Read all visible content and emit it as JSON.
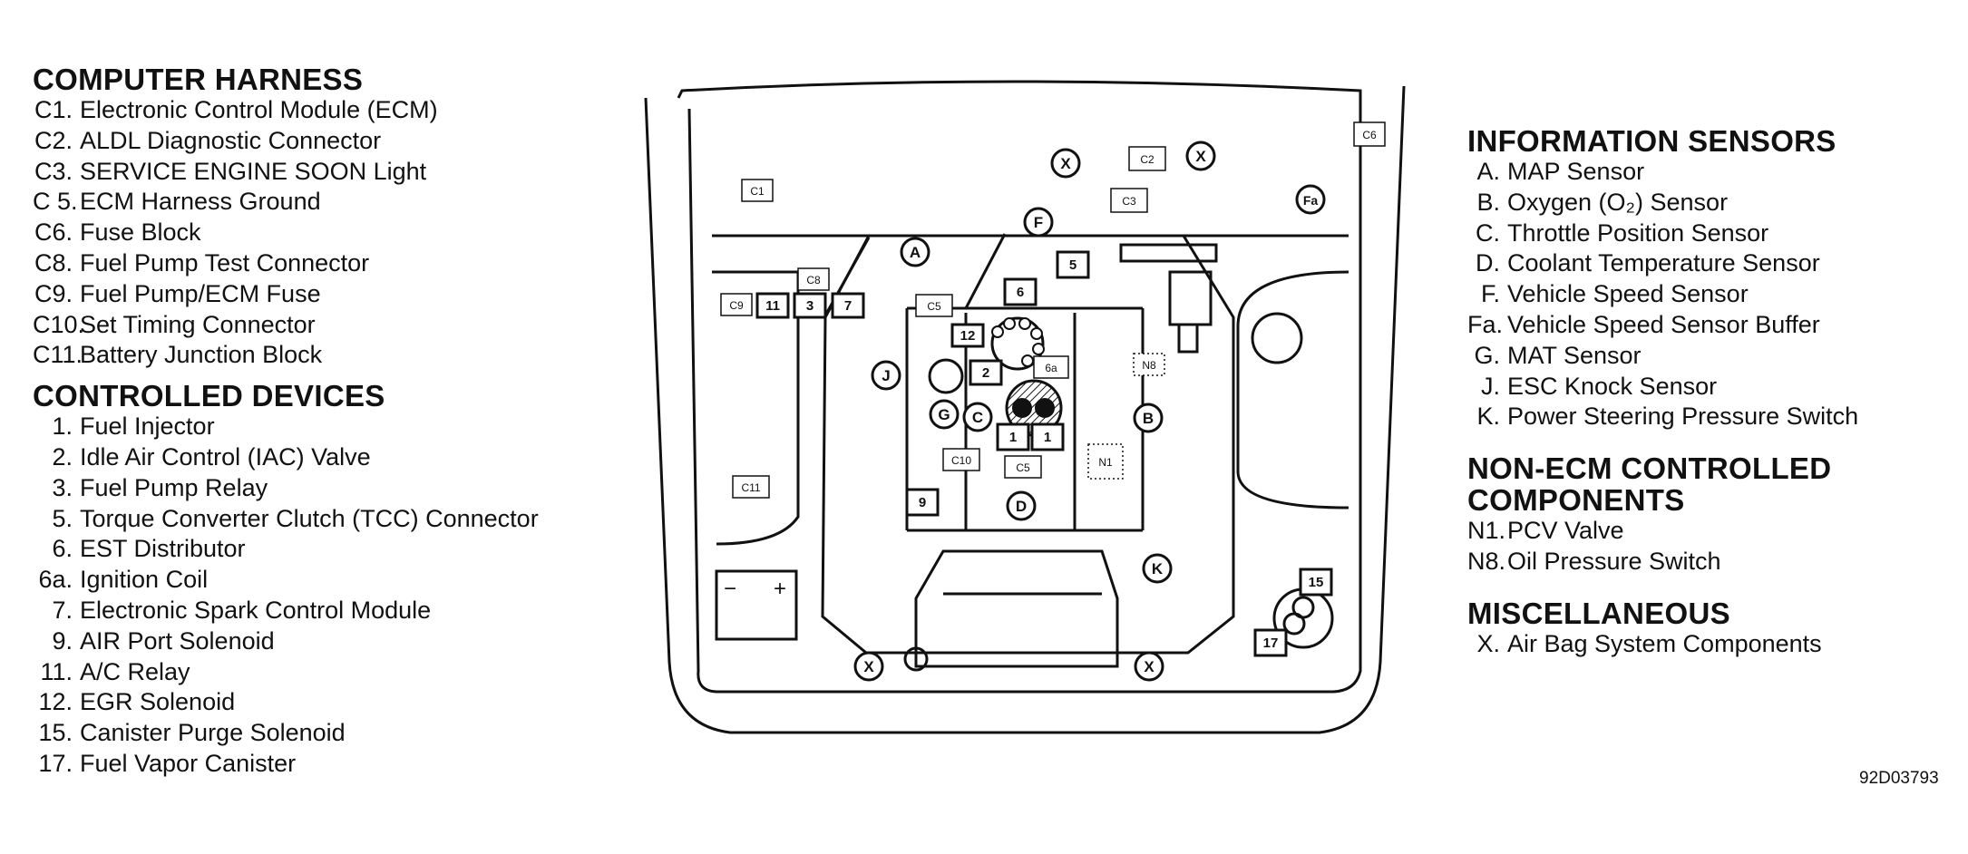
{
  "computer_harness": {
    "heading": "COMPUTER HARNESS",
    "items": [
      {
        "key": "C1.",
        "text": "Electronic Control Module (ECM)"
      },
      {
        "key": "C2.",
        "text": "ALDL Diagnostic Connector"
      },
      {
        "key": "C3.",
        "text": "SERVICE ENGINE SOON Light"
      },
      {
        "key": "C 5.",
        "text": "ECM Harness Ground"
      },
      {
        "key": "C6.",
        "text": "Fuse Block"
      },
      {
        "key": "C8.",
        "text": "Fuel Pump Test Connector"
      },
      {
        "key": "C9.",
        "text": "Fuel Pump/ECM Fuse"
      },
      {
        "key": "C10.",
        "text": "Set Timing Connector"
      },
      {
        "key": "C11.",
        "text": "Battery Junction Block"
      }
    ]
  },
  "controlled_devices": {
    "heading": "CONTROLLED DEVICES",
    "items": [
      {
        "key": "1.",
        "text": "Fuel Injector"
      },
      {
        "key": "2.",
        "text": "Idle Air Control (IAC) Valve"
      },
      {
        "key": "3.",
        "text": "Fuel Pump Relay"
      },
      {
        "key": "5.",
        "text": "Torque Converter Clutch (TCC) Connector"
      },
      {
        "key": "6.",
        "text": "EST Distributor"
      },
      {
        "key": "6a.",
        "text": "Ignition Coil"
      },
      {
        "key": "7.",
        "text": "Electronic Spark Control Module"
      },
      {
        "key": "9.",
        "text": "AIR Port Solenoid"
      },
      {
        "key": "11.",
        "text": "A/C Relay"
      },
      {
        "key": "12.",
        "text": "EGR Solenoid"
      },
      {
        "key": "15.",
        "text": "Canister Purge Solenoid"
      },
      {
        "key": "17.",
        "text": "Fuel Vapor Canister"
      }
    ]
  },
  "information_sensors": {
    "heading": "INFORMATION SENSORS",
    "items": [
      {
        "key": "A.",
        "text": "MAP Sensor"
      },
      {
        "key": "B.",
        "text": "Oxygen (O₂) Sensor"
      },
      {
        "key": "C.",
        "text": "Throttle Position Sensor"
      },
      {
        "key": "D.",
        "text": "Coolant Temperature Sensor"
      },
      {
        "key": "F.",
        "text": "Vehicle Speed Sensor"
      },
      {
        "key": "Fa.",
        "text": "Vehicle Speed Sensor Buffer"
      },
      {
        "key": "G.",
        "text": "MAT Sensor"
      },
      {
        "key": "J.",
        "text": "ESC Knock Sensor"
      },
      {
        "key": "K.",
        "text": "Power Steering Pressure Switch"
      }
    ]
  },
  "non_ecm": {
    "heading_line1": "NON-ECM CONTROLLED",
    "heading_line2": "COMPONENTS",
    "items": [
      {
        "key": "N1.",
        "text": "PCV Valve"
      },
      {
        "key": "N8.",
        "text": "Oil Pressure Switch"
      }
    ]
  },
  "miscellaneous": {
    "heading": "MISCELLANEOUS",
    "items": [
      {
        "key": "X.",
        "text": "Air Bag System Components"
      }
    ]
  },
  "figure_id": "92D03793",
  "diagram": {
    "box_labels": [
      "C1",
      "C2",
      "C3",
      "C6",
      "C8",
      "C9",
      "11",
      "3",
      "7",
      "5",
      "6",
      "C5",
      "12",
      "2",
      "6a",
      "1",
      "1",
      "C10",
      "C5",
      "9",
      "N8",
      "N1",
      "C11",
      "15",
      "17"
    ],
    "circle_labels": [
      "X",
      "X",
      "X",
      "X",
      "Fa",
      "F",
      "A",
      "J",
      "G",
      "C",
      "D",
      "B",
      "K"
    ],
    "battery_minus": "−",
    "battery_plus": "+"
  }
}
